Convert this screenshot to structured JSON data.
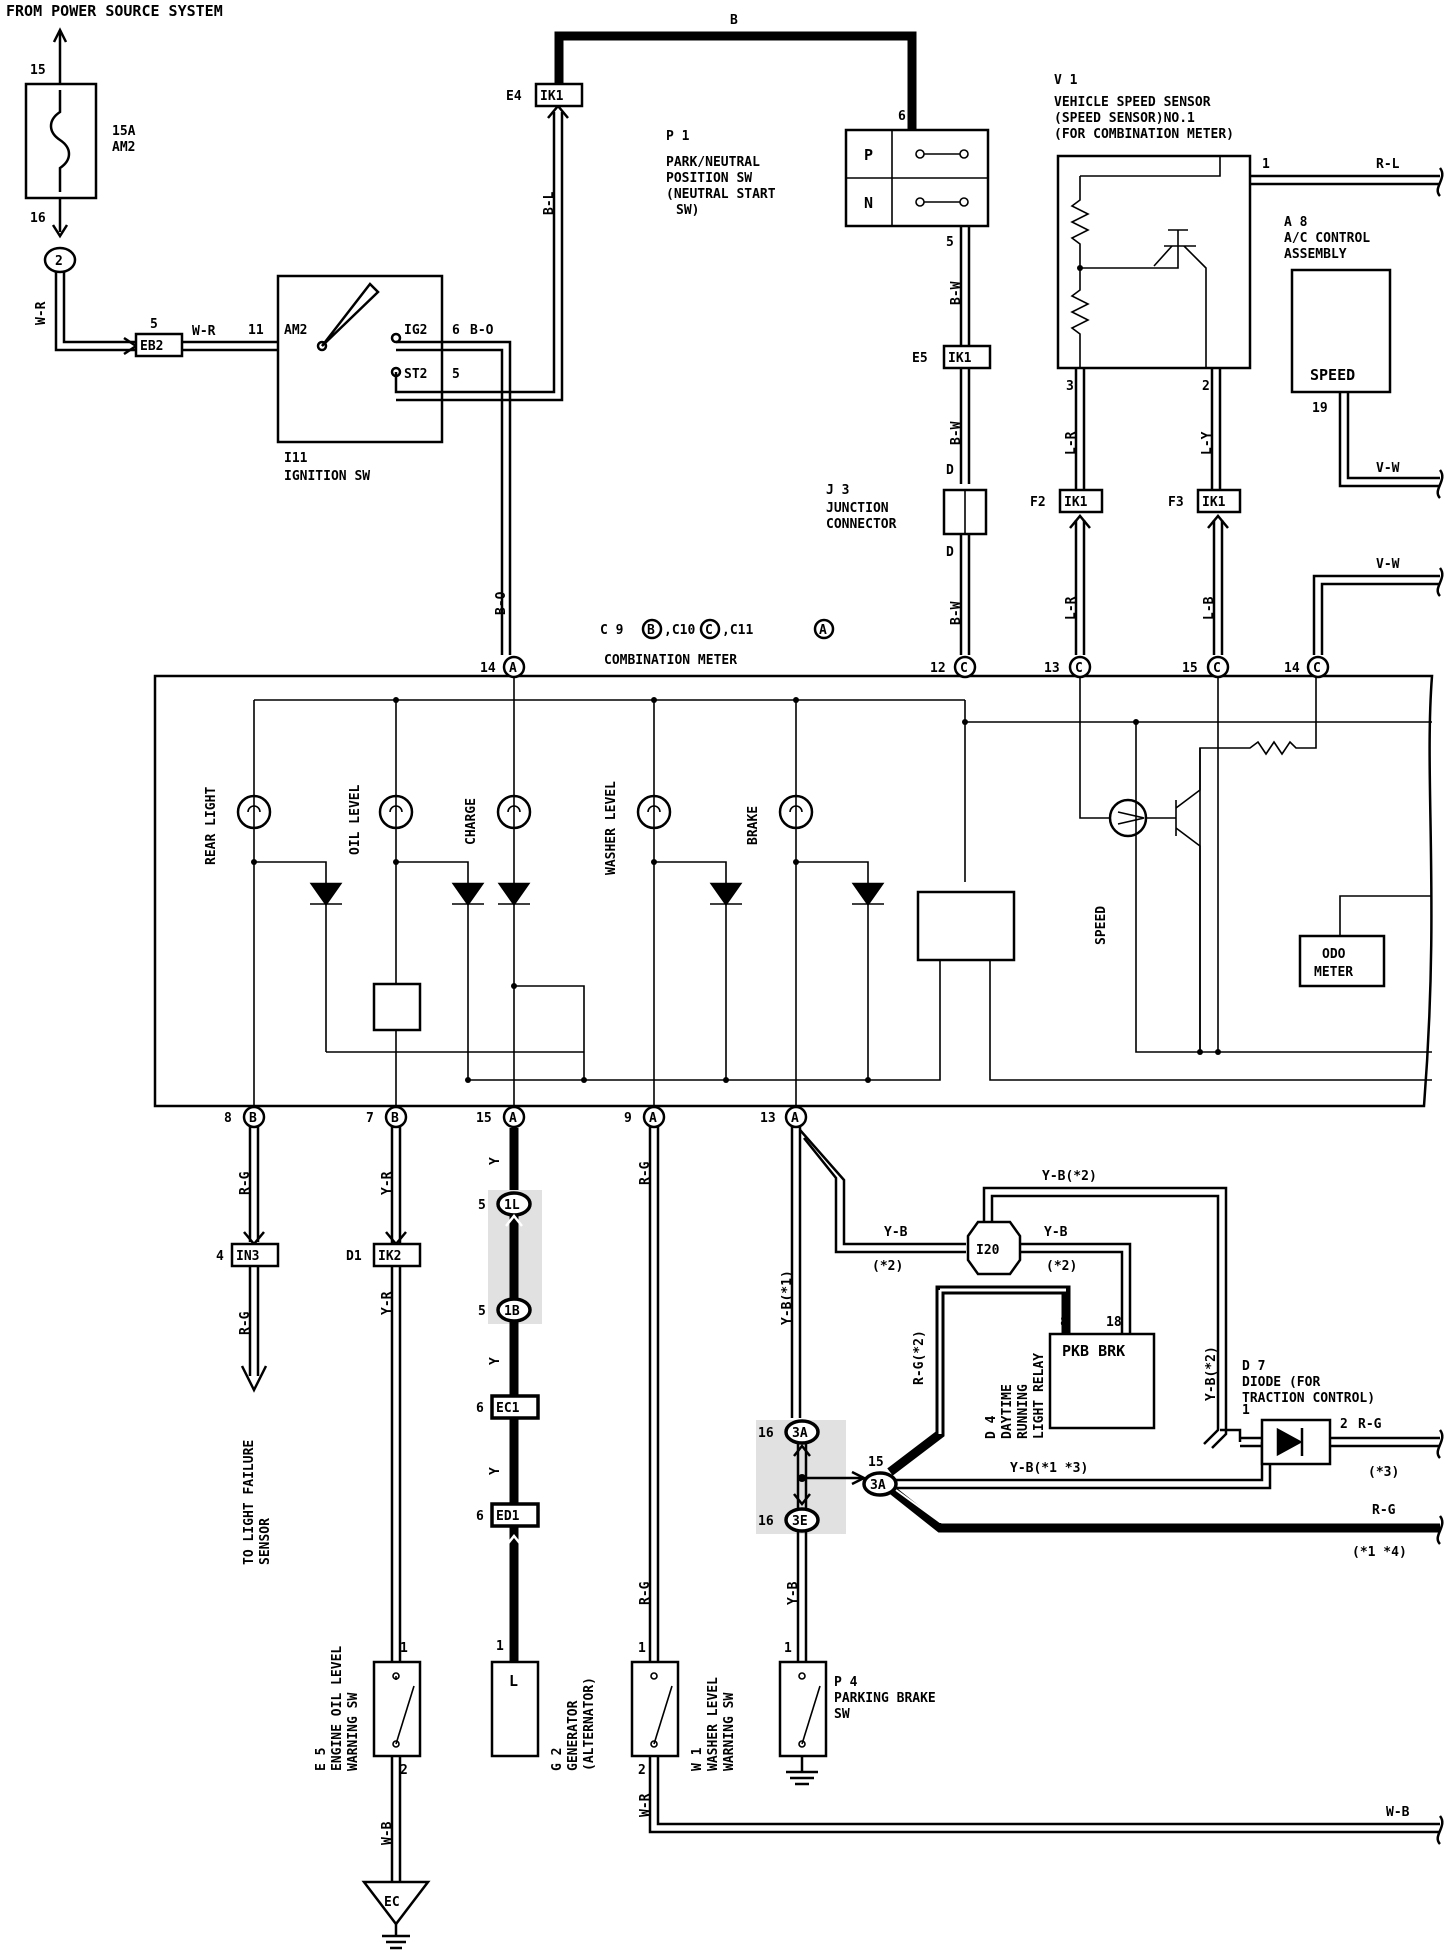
{
  "diagram": {
    "header": "FROM POWER SOURCE SYSTEM",
    "colors": {
      "ink": "#000000",
      "paper": "#ffffff",
      "shield": "#c8c8c8"
    },
    "fuse": {
      "rating": "15A",
      "name": "AM2",
      "pin_in": "15",
      "pin_out": "16",
      "junction": "2"
    },
    "connectors": {
      "eb2": "EB2",
      "eb2_pin": "5",
      "ik1_e4_ref": "E4",
      "ik1": "IK1",
      "ik1_e5_ref": "E5",
      "ik1_f2_ref": "F2",
      "ik1_f3_ref": "F3",
      "in3_pin": "4",
      "in3": "IN3",
      "ik2_ref": "D1",
      "ik2": "IK2",
      "j1l_pin": "5",
      "j1l": "1L",
      "j1b_pin": "5",
      "j1b": "1B",
      "ec1_pin": "6",
      "ec1": "EC1",
      "ed1_pin": "6",
      "ed1": "ED1",
      "j3a_top_pin": "16",
      "j3a_top": "3A",
      "j3a_mid_pin": "15",
      "j3a_mid": "3A",
      "j3e_pin": "16",
      "j3e": "3E",
      "i20": "I20",
      "ec_ground": "EC"
    },
    "ignition_sw": {
      "ref": "I11",
      "name": "IGNITION SW",
      "am2": "AM2",
      "am2_pin": "11",
      "ig2": "IG2",
      "ig2_pin": "6",
      "st2": "ST2",
      "st2_pin": "5"
    },
    "park_neutral_sw": {
      "ref": "P 1",
      "line1": "PARK/NEUTRAL",
      "line2": "POSITION SW",
      "line3": "(NEUTRAL START",
      "line4": "SW)",
      "p": "P",
      "n": "N",
      "pin_top": "6",
      "pin_bottom": "5"
    },
    "junction_connector": {
      "ref": "J 3",
      "line1": "JUNCTION",
      "line2": "CONNECTOR",
      "d_top": "D",
      "d_bottom": "D"
    },
    "speed_sensor": {
      "ref": "V 1",
      "line1": "VEHICLE SPEED SENSOR",
      "line2": "(SPEED SENSOR)NO.1",
      "line3": "(FOR COMBINATION METER)",
      "pin1": "1",
      "pin2": "2",
      "pin3": "3"
    },
    "ac_control": {
      "ref": "A 8",
      "line1": "A/C CONTROL",
      "line2": "ASSEMBLY",
      "label": "SPEED",
      "pin": "19"
    },
    "meter": {
      "refs": "C 9",
      "ref_b": "B",
      "ref_c10": ",C10",
      "ref_c": "C",
      "ref_c11": ",C11",
      "ref_a": "A",
      "name": "COMBINATION METER",
      "lamps": [
        "REAR LIGHT",
        "OIL LEVEL",
        "CHARGE",
        "WASHER LEVEL",
        "BRAKE"
      ],
      "speed": "SPEED",
      "odo_line1": "ODO",
      "odo_line2": "METER",
      "top_pins": [
        {
          "num": "14",
          "letter": "A"
        },
        {
          "num": "12",
          "letter": "C"
        },
        {
          "num": "13",
          "letter": "C"
        },
        {
          "num": "15",
          "letter": "C"
        },
        {
          "num": "14",
          "letter": "C"
        }
      ],
      "bottom_pins": [
        {
          "num": "8",
          "letter": "B"
        },
        {
          "num": "7",
          "letter": "B"
        },
        {
          "num": "15",
          "letter": "A"
        },
        {
          "num": "9",
          "letter": "A"
        },
        {
          "num": "13",
          "letter": "A"
        }
      ]
    },
    "wires": {
      "b": "B",
      "w_r_1": "W-R",
      "w_r_2": "W-R",
      "b_o_1": "B-O",
      "b_l": "B-L",
      "b_o_2": "B-O",
      "b_w_1": "B-W",
      "b_w_2": "B-W",
      "b_w_3": "B-W",
      "r_l": "R-L",
      "l_r_1": "L-R",
      "l_y": "L-Y",
      "l_r_2": "L-R",
      "l_b": "L-B",
      "v_w_1": "V-W",
      "v_w_2": "V-W",
      "r_g_1": "R-G",
      "r_g_2": "R-G",
      "y_r_1": "Y-R",
      "y_r_2": "Y-R",
      "y_1": "Y",
      "y_2": "Y",
      "y_3": "Y",
      "r_g_3": "R-G",
      "r_g_4": "R-G",
      "y_b_s1": "Y-B(*1)",
      "y_b_1": "Y-B",
      "y_b_s2a": "Y-B(*2)",
      "y_b_2": "Y-B",
      "star2_a": "(*2)",
      "star2_b": "(*2)",
      "r_g_s2": "R-G(*2)",
      "y_b_s13": "Y-B(*1 *3)",
      "y_b_s2b": "Y-B(*2)",
      "r_g_d7": "R-G",
      "star3": "(*3)",
      "r_g_bot": "R-G",
      "star14": "(*1 *4)",
      "w_r_3": "W-R",
      "w_b_1": "W-B",
      "w_b_2": "W-B",
      "y_b_3": "Y-B"
    },
    "relay": {
      "ref": "D 4",
      "line1": "DAYTIME",
      "line2": "RUNNING",
      "line3": "LIGHT RELAY",
      "label": "PKB BRK",
      "pin8": "8",
      "pin18": "18"
    },
    "diode": {
      "ref": "D 7",
      "line1": "DIODE (FOR",
      "line2": "TRACTION CONTROL)",
      "pin1": "1",
      "pin2": "2"
    },
    "bottom": {
      "failure_line1": "TO LIGHT FAILURE",
      "failure_line2": "SENSOR",
      "e5_ref": "E 5",
      "e5_line1": "ENGINE OIL LEVEL",
      "e5_line2": "WARNING SW",
      "e5_pin1": "1",
      "e5_pin2": "2",
      "g2_ref": "G 2",
      "g2_line1": "GENERATOR",
      "g2_line2": "(ALTERNATOR)",
      "g2_pin": "1",
      "g2_l": "L",
      "w1_ref": "W 1",
      "w1_line1": "WASHER LEVEL",
      "w1_line2": "WARNING SW",
      "w1_pin1": "1",
      "w1_pin2": "2",
      "p4_ref": "P 4",
      "p4_line1": "PARKING BRAKE",
      "p4_line2": "SW",
      "p4_pin": "1"
    }
  }
}
